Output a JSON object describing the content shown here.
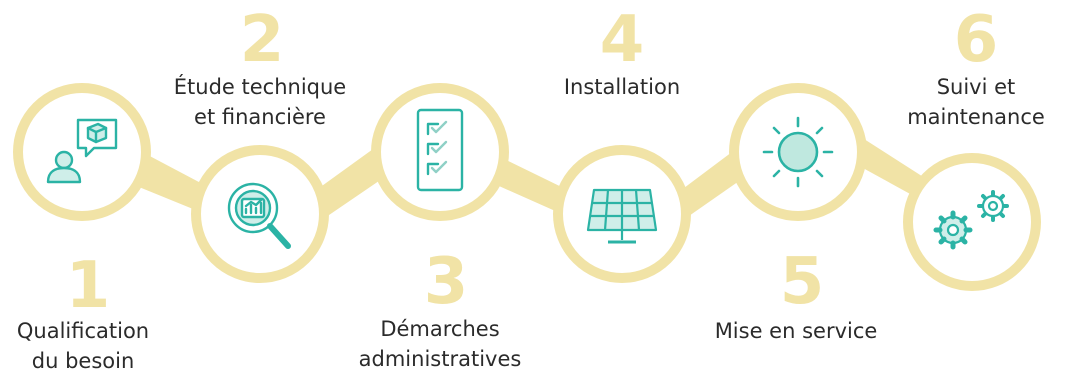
{
  "colors": {
    "ring": "#f1e3a6",
    "number": "#f1e3a6",
    "icon_stroke": "#2bb3a5",
    "icon_fill": "#cfeee9",
    "sun_fill": "#bfe8df",
    "text": "#2b2b2b",
    "background": "#ffffff"
  },
  "steps": [
    {
      "number": "1",
      "label_lines": [
        "Qualification",
        "du besoin"
      ],
      "icon": "person-chat-box-icon"
    },
    {
      "number": "2",
      "label_lines": [
        "Étude technique",
        "et financière"
      ],
      "icon": "magnifier-chart-icon"
    },
    {
      "number": "3",
      "label_lines": [
        "Démarches",
        "administratives"
      ],
      "icon": "checklist-icon"
    },
    {
      "number": "4",
      "label_lines": [
        "Installation"
      ],
      "icon": "solar-panel-icon"
    },
    {
      "number": "5",
      "label_lines": [
        "Mise en service"
      ],
      "icon": "sun-icon"
    },
    {
      "number": "6",
      "label_lines": [
        "Suivi et",
        "maintenance"
      ],
      "icon": "gears-icon"
    }
  ]
}
